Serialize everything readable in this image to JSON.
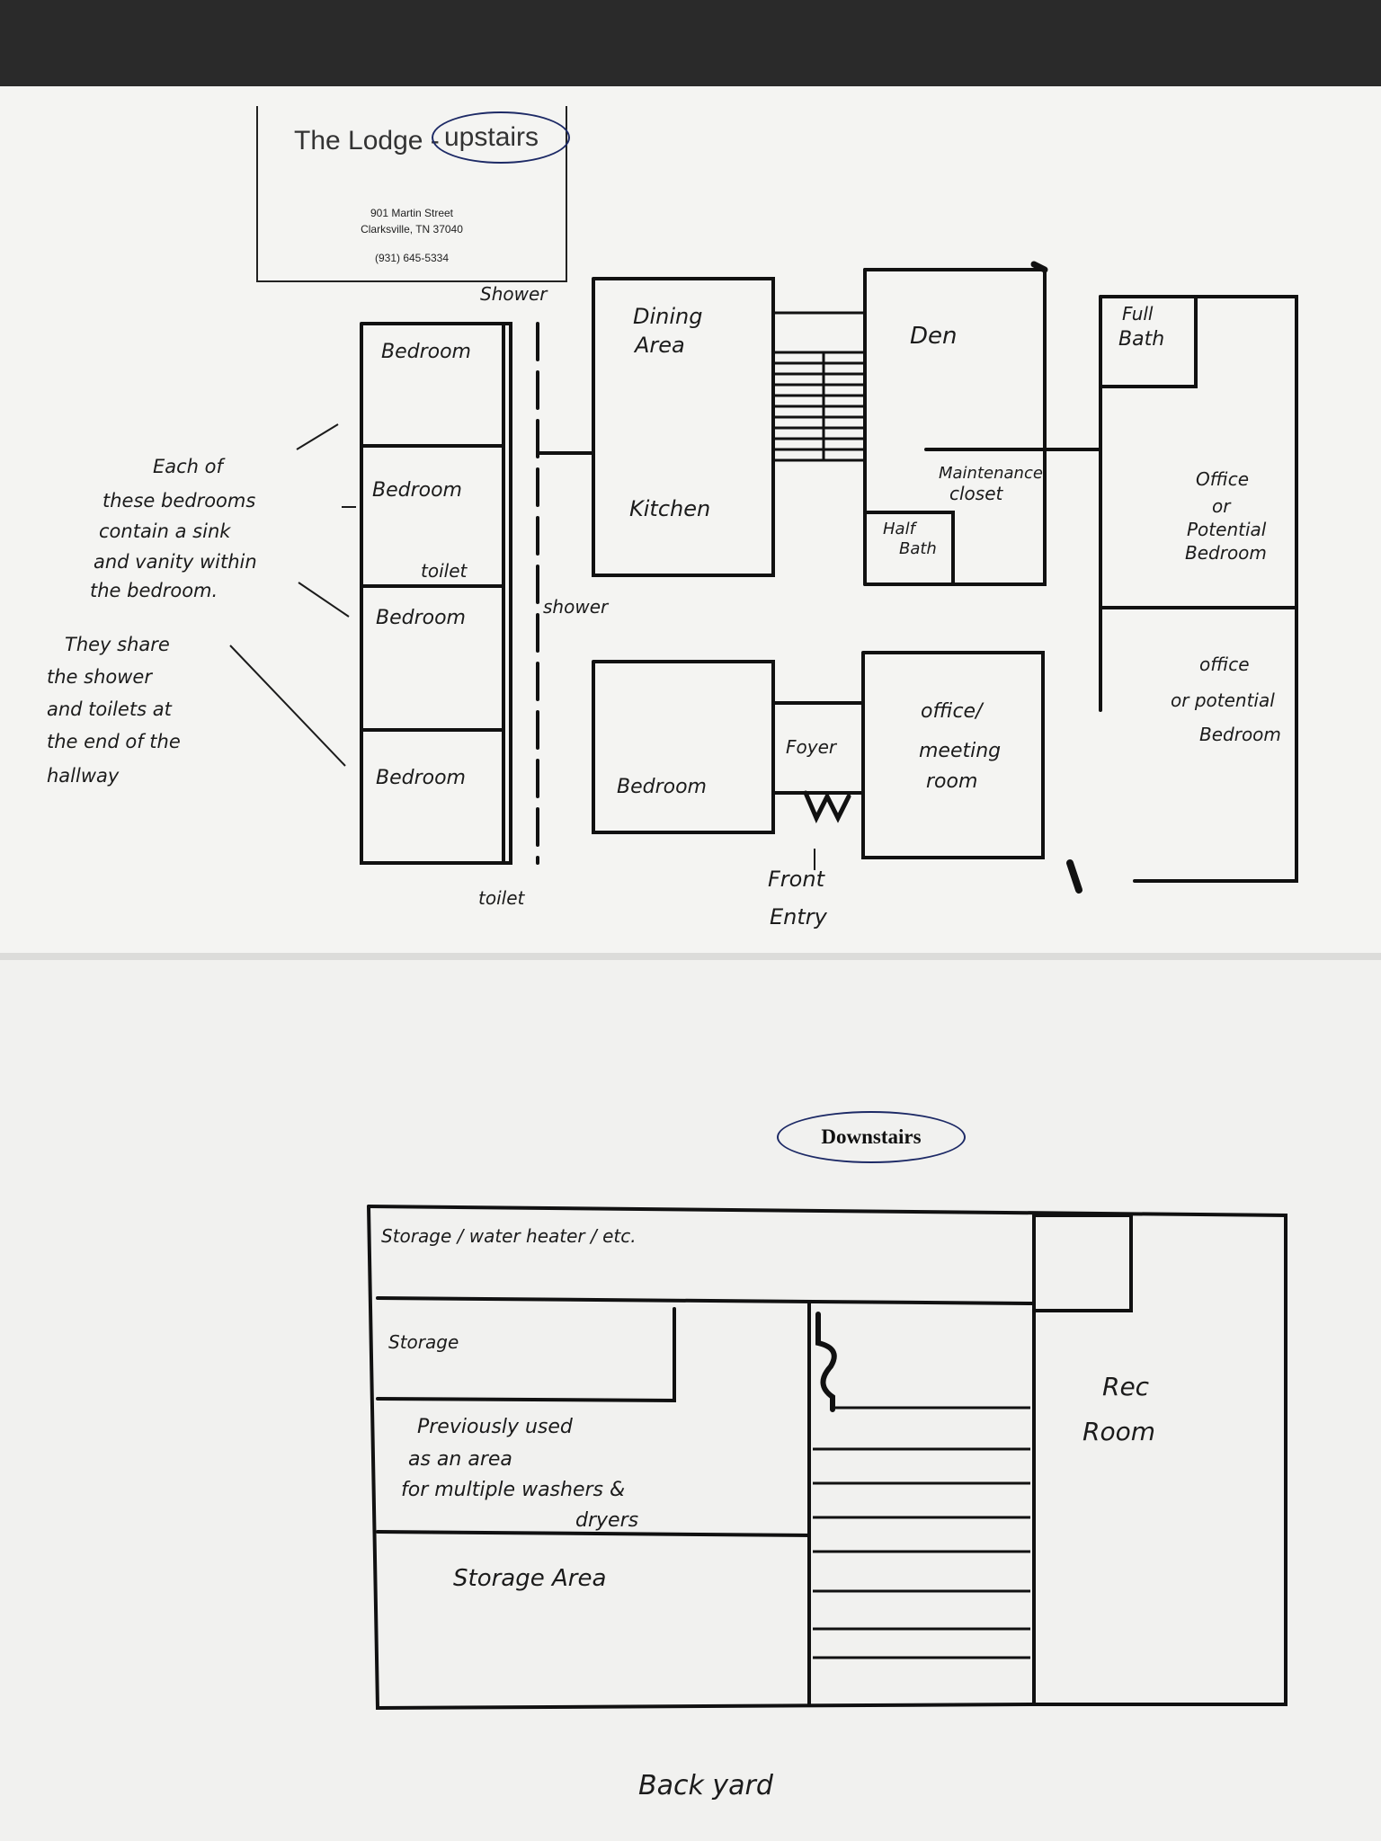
{
  "upstairs": {
    "title": "The Lodge",
    "circled_label": "upstairs",
    "address_line1": "901 Martin Street",
    "address_line2": "Clarksville, TN  37040",
    "phone": "(931) 645-5334",
    "rooms": {
      "bedroom_1": "Bedroom",
      "bedroom_2": "Bedroom",
      "bedroom_3": "Bedroom",
      "bedroom_4": "Bedroom",
      "bedroom_5": "Bedroom",
      "dining": [
        "Dining",
        "Area"
      ],
      "kitchen": "Kitchen",
      "den": "Den",
      "maintenance": [
        "Maintenance",
        "closet"
      ],
      "half_bath": [
        "Half",
        "Bath"
      ],
      "full_bath": [
        "Full",
        "Bath"
      ],
      "office_1": [
        "Office",
        "or",
        "Potential",
        "Bedroom"
      ],
      "office_2": [
        "office",
        "or potential",
        "Bedroom"
      ],
      "office_meeting": [
        "office/",
        "meeting",
        "room"
      ],
      "foyer": "Foyer"
    },
    "labels": {
      "shower_top": "Shower",
      "toilet_mid": "toilet",
      "shower_mid": "shower",
      "toilet_bottom": "toilet",
      "front_entry": [
        "Front",
        "Entry"
      ]
    },
    "notes": {
      "note_1": [
        "Each of",
        "these bedrooms",
        "contain a sink",
        "and vanity within",
        "the bedroom."
      ],
      "note_2": [
        "They share",
        "the shower",
        "and toilets at",
        "the end of the",
        "hallway"
      ]
    }
  },
  "downstairs": {
    "title": "Downstairs",
    "rooms": {
      "storage_water": "Storage / water heater / etc.",
      "storage": "Storage",
      "laundry": [
        "Previously used",
        "as an area",
        "for multiple washers &",
        "dryers"
      ],
      "storage_area": "Storage Area",
      "rec_room": [
        "Rec",
        "Room"
      ]
    },
    "labels": {
      "back_yard": "Back yard"
    }
  }
}
